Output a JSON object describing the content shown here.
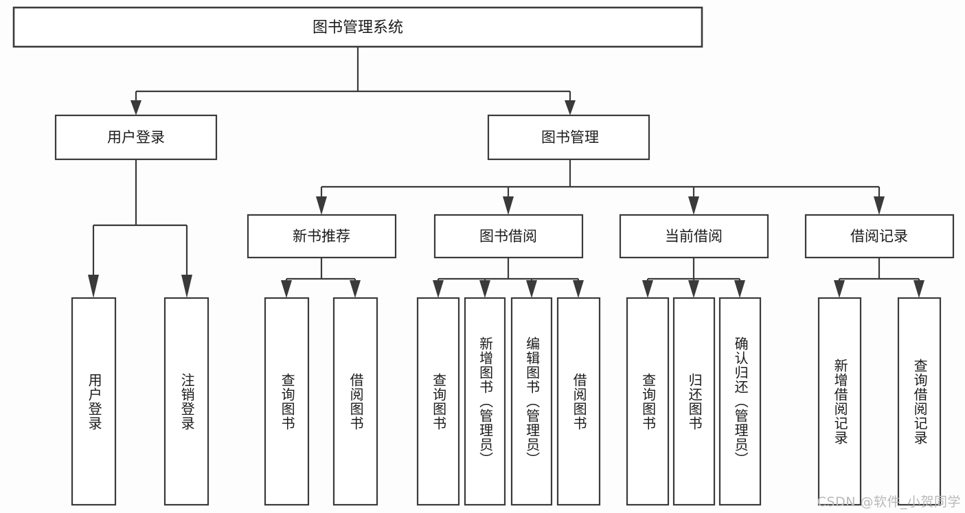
{
  "diagram": {
    "title": "图书管理系统",
    "type": "tree-hierarchy",
    "orientation": "top-down",
    "watermark": "CSDN @软件_小贺同学",
    "colors": {
      "box_stroke": "#3a3a3a",
      "box_fill": "#ffffff",
      "connector": "#3a3a3a",
      "text": "#1b1b1b",
      "background": "#fdfdfd",
      "watermark": "#b9b9b9"
    },
    "levels": {
      "root": "图书管理系统",
      "level2": [
        "用户登录",
        "图书管理"
      ],
      "level3": [
        "新书推荐",
        "图书借阅",
        "当前借阅",
        "借阅记录"
      ]
    },
    "nodes": {
      "root": {
        "id": "root",
        "label": "图书管理系统",
        "level": 1
      },
      "user_login": {
        "id": "user_login",
        "label": "用户登录",
        "level": 2
      },
      "book_manage": {
        "id": "book_manage",
        "label": "图书管理",
        "level": 2
      },
      "new_book_rec": {
        "id": "new_book_rec",
        "label": "新书推荐",
        "level": 3
      },
      "book_borrow": {
        "id": "book_borrow",
        "label": "图书借阅",
        "level": 3
      },
      "current_borrow": {
        "id": "current_borrow",
        "label": "当前借阅",
        "level": 3
      },
      "borrow_record": {
        "id": "borrow_record",
        "label": "借阅记录",
        "level": 3
      }
    },
    "leaves": {
      "user_login": [
        {
          "id": "leaf-user-login",
          "label": "用户登录"
        },
        {
          "id": "leaf-user-logout",
          "label": "注销登录"
        }
      ],
      "new_book_rec": [
        {
          "id": "leaf-query-book-1",
          "label": "查询图书"
        },
        {
          "id": "leaf-borrow-book-1",
          "label": "借阅图书"
        }
      ],
      "book_borrow": [
        {
          "id": "leaf-query-book-2",
          "label": "查询图书"
        },
        {
          "id": "leaf-add-book",
          "label": "新增图书（管理员）"
        },
        {
          "id": "leaf-edit-book",
          "label": "编辑图书（管理员）"
        },
        {
          "id": "leaf-borrow-book-2",
          "label": "借阅图书"
        }
      ],
      "current_borrow": [
        {
          "id": "leaf-query-book-3",
          "label": "查询图书"
        },
        {
          "id": "leaf-return-book",
          "label": "归还图书"
        },
        {
          "id": "leaf-confirm-return",
          "label": "确认归还（管理员）"
        }
      ],
      "borrow_record": [
        {
          "id": "leaf-add-record",
          "label": "新增借阅记录"
        },
        {
          "id": "leaf-query-record",
          "label": "查询借阅记录"
        }
      ]
    },
    "edges": [
      {
        "from": "root",
        "to": "用户登录"
      },
      {
        "from": "root",
        "to": "图书管理"
      },
      {
        "from": "用户登录",
        "to": "用户登录(叶)"
      },
      {
        "from": "用户登录",
        "to": "注销登录"
      },
      {
        "from": "图书管理",
        "to": "新书推荐"
      },
      {
        "from": "图书管理",
        "to": "图书借阅"
      },
      {
        "from": "图书管理",
        "to": "当前借阅"
      },
      {
        "from": "图书管理",
        "to": "借阅记录"
      },
      {
        "from": "新书推荐",
        "to": "查询图书"
      },
      {
        "from": "新书推荐",
        "to": "借阅图书"
      },
      {
        "from": "图书借阅",
        "to": "查询图书"
      },
      {
        "from": "图书借阅",
        "to": "新增图书（管理员）"
      },
      {
        "from": "图书借阅",
        "to": "编辑图书（管理员）"
      },
      {
        "from": "图书借阅",
        "to": "借阅图书"
      },
      {
        "from": "当前借阅",
        "to": "查询图书"
      },
      {
        "from": "当前借阅",
        "to": "归还图书"
      },
      {
        "from": "当前借阅",
        "to": "确认归还（管理员）"
      },
      {
        "from": "借阅记录",
        "to": "新增借阅记录"
      },
      {
        "from": "借阅记录",
        "to": "查询借阅记录"
      }
    ]
  }
}
